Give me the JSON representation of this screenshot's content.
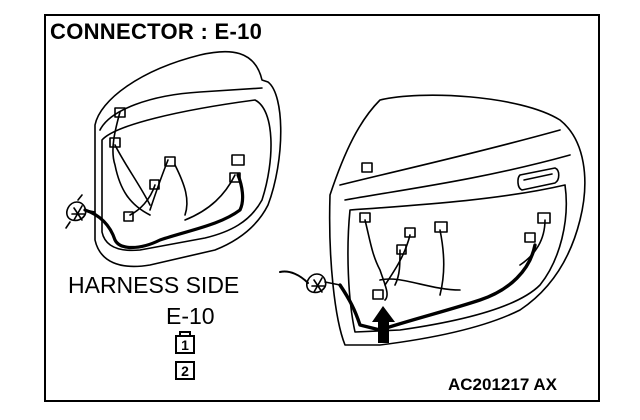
{
  "title": "CONNECTOR : E-10",
  "harness_label": "HARNESS SIDE",
  "harness_connector": "E-10",
  "pins": [
    "1",
    "2"
  ],
  "figure_code": "AC201217 AX"
}
